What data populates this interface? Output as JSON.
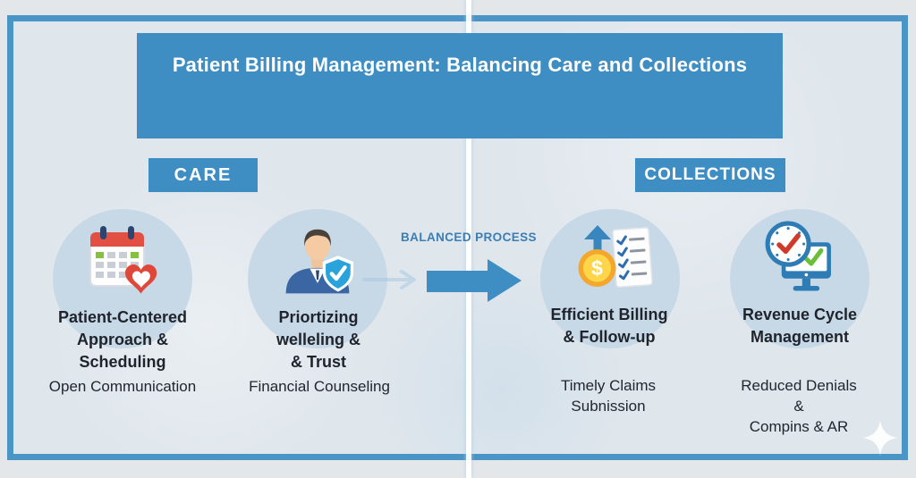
{
  "title": "Patient Billing Management: Balancing Care and Collections",
  "care_label": "CARE",
  "collections_label": "COLLECTIONS",
  "process_label": "BALANCED PROCESS",
  "items": [
    {
      "icon": "calendar-heart-icon",
      "caption": "Patient-Centered\nApproach &\nScheduling",
      "subtext": "Open Communication"
    },
    {
      "icon": "person-shield-icon",
      "caption": "Priortizing\nwelleling &\n& Trust",
      "subtext": "Financial Counseling"
    },
    {
      "icon": "money-checklist-icon",
      "caption": "Efficient Billing\n& Follow-up",
      "subtext": "Timely Claims\nSubnission"
    },
    {
      "icon": "clock-monitor-icon",
      "caption": "Revenue Cycle\nManagement",
      "subtext": "Reduced Denials &\nCompins & AR"
    }
  ],
  "colors": {
    "accent_blue": "#3e8ec3",
    "frame_border": "#4b94c6",
    "circle_fill": "#c7d8e6",
    "process_text": "#3a7eb5",
    "text_dark": "#1f232b",
    "divider_white": "#ffffff"
  }
}
